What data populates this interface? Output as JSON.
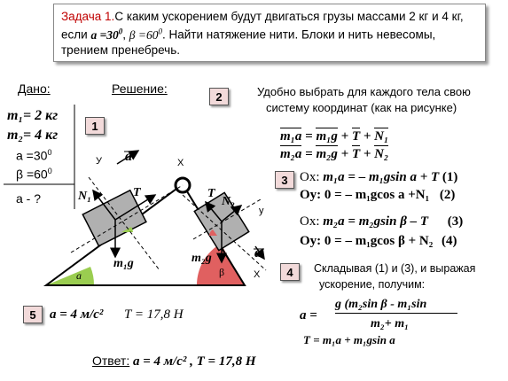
{
  "task": {
    "label": "Задача 1.",
    "text1": "С каким ускорением будут двигаться грузы массами 2 кг  и 4 кг, если ",
    "alpha_eq": "a =30",
    "sup0": "0",
    "comma": ", ",
    "beta_eq": "β =60",
    "text2": ". Найти натяжение нити.  Блоки и нить невесомы, трением пренебречь."
  },
  "headers": {
    "given": "Дано:",
    "solution": "Решение:"
  },
  "given": {
    "m1": "m₁= 2 кг",
    "m2": "m₂= 4 кг",
    "alpha": "a =30",
    "beta": "β =60",
    "sup0": "0",
    "find": "a -  ?"
  },
  "steps": {
    "s1": "1",
    "s2": "2",
    "s3": "3",
    "s4": "4",
    "s5": "5"
  },
  "step2_text": {
    "line1": "Удобно выбрать  для каждого тела свою",
    "line2": "систему координат (как на рисунке)"
  },
  "vector_eqs": {
    "eq1": {
      "lhs": "m₁a",
      "eq": " = ",
      "t1": "m₁g",
      "plus1": " + ",
      "t2": "T",
      "plus2": " + ",
      "t3": "N₁"
    },
    "eq2": {
      "lhs": "m₂a",
      "eq": " = ",
      "t1": "m₂g",
      "plus1": " + ",
      "t2": "T",
      "plus2": " + ",
      "t3": "N₂"
    }
  },
  "proj_eqs": {
    "p1": {
      "axis": "Ox:",
      "body": " m₁a = – m₁gsin a + T",
      "num": "(1)"
    },
    "p2": {
      "axis": "Oy:",
      "body": "  0  = – m₁gcos a +N₁",
      "num": "(2)"
    },
    "p3": {
      "axis": "Ox:",
      "body": "  m₂a = m₂gsin β – T",
      "num": "(3)"
    },
    "p4": {
      "axis": "Oy:",
      "body": "  0  = – m₁gcos β + N₂",
      "num": "(4)"
    }
  },
  "step4_text": {
    "line1": "Складывая  (1) и (3), и выражая",
    "line2": "ускорение,  получим:"
  },
  "final_formula": {
    "lhs": "a =",
    "numerator": "g (m₂sin β - m₁sin",
    "denominator": "m₂+ m₁",
    "tension": "T = m₁a  + m₁gsin a"
  },
  "step5": {
    "a": "a = 4 м/с²",
    "T": "T = 17,8 Н"
  },
  "answer": {
    "label": "Ответ:",
    "value": " a = 4 м/с² , T = 17,8 Н"
  },
  "diagram": {
    "y1": "У",
    "x1": "Х",
    "y2": "у",
    "x2": "Х",
    "a_vec1": "a",
    "a_vec2": "a",
    "N1": "N₁",
    "N2": "N₂",
    "T1": "T",
    "T2": "T",
    "m1g": "m₁g",
    "m2g": "m₂g",
    "alpha": "a",
    "beta": "β"
  },
  "colors": {
    "task_accent": "#c00000",
    "wedge_alpha": "#9acd50",
    "wedge_beta": "#e06060",
    "block_fill": "#b0b0b0",
    "step_box": "#f2dada"
  }
}
